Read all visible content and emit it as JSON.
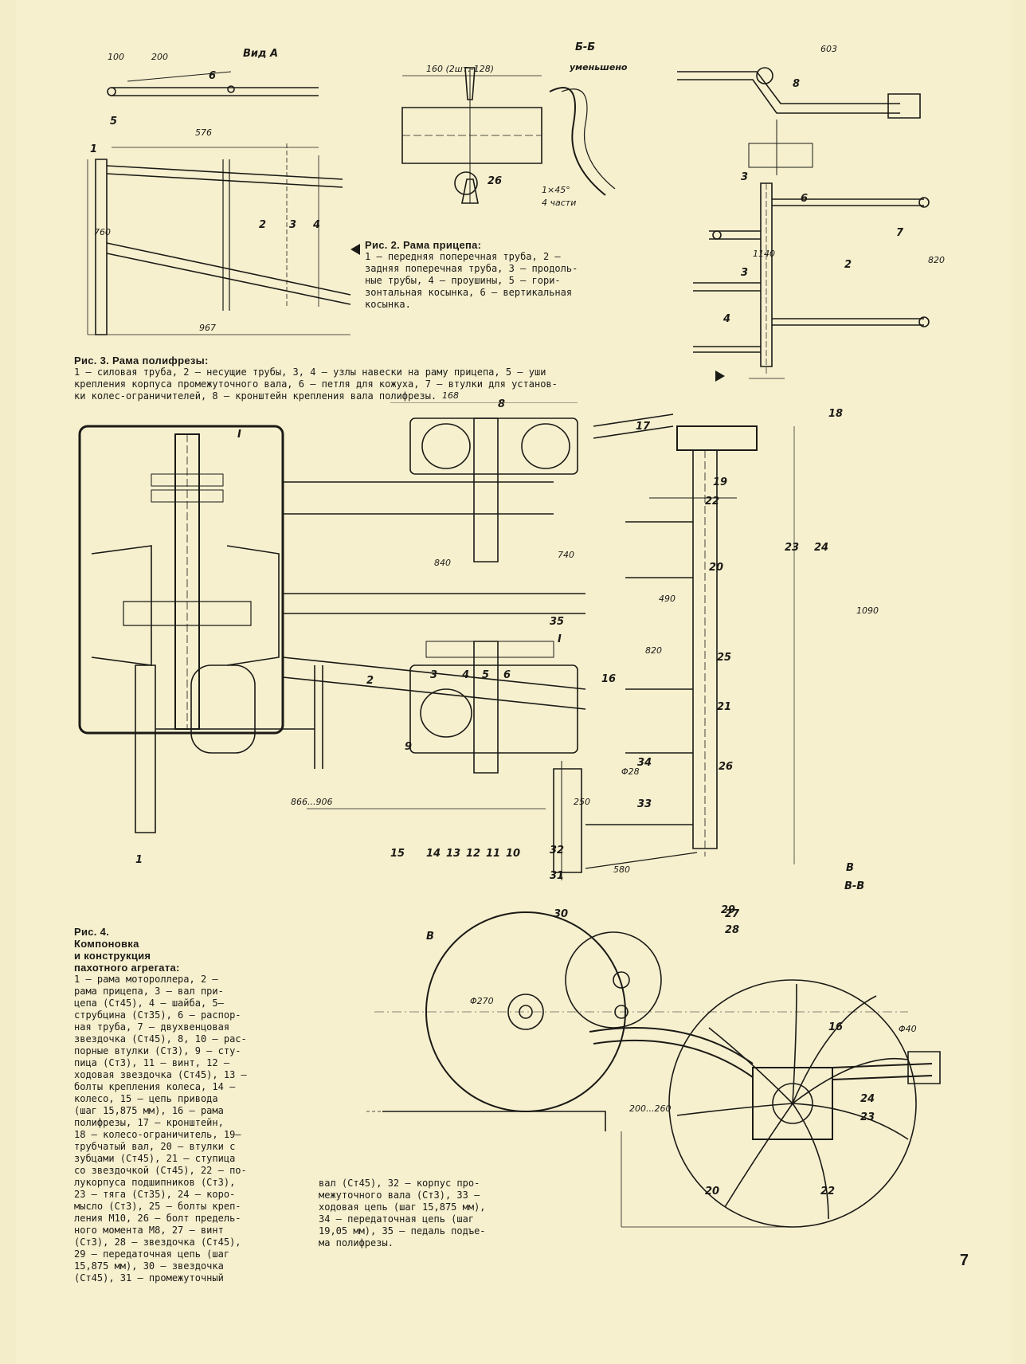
{
  "fig2": {
    "title": "Рис. 2. Рама прицепа:",
    "lines": [
      "1 — передняя поперечная труба, 2 —",
      "задняя поперечная труба, 3 — продоль-",
      "ные трубы, 4 — проушины, 5 — гори-",
      "зонтальная косынка, 6 — вертикальная",
      "косынка."
    ],
    "labels": {
      "view_a": "Вид А",
      "section_b": "Б-Б",
      "reduced": "уменьшено",
      "dims_top": "160 (2шт.-128)",
      "detail": "26",
      "chamfer": "1×45°",
      "parts": "4 части"
    }
  },
  "fig3": {
    "title": "Рис. 3. Рама полифрезы:",
    "lines": [
      "1 — силовая труба, 2 — несущие трубы, 3, 4 — узлы навески на раму прицепа, 5 — уши",
      "крепления корпуса промежуточного вала, 6 — петля для кожуха, 7 — втулки для установ-",
      "ки колес-ограничителей, 8 — кронштейн крепления вала полифрезы."
    ]
  },
  "fig4": {
    "title_lines": [
      "Рис. 4.",
      "Компоновка",
      "и конструкция",
      "пахотного агрегата:"
    ],
    "lines": [
      "1 — рама мотороллера, 2 —",
      "рама прицепа, 3 — вал при-",
      "цепа (Ст45), 4 — шайба, 5—",
      "струбцина (Ст35), 6 — распор-",
      "ная труба, 7 — двухвенцовая",
      "звездочка (Ст45), 8, 10 — рас-",
      "порные втулки (Ст3), 9 — сту-",
      "пица (Ст3), 11 — винт, 12 —",
      "ходовая звездочка (Ст45), 13 —",
      "болты крепления колеса, 14 —",
      "колесо, 15 — цепь привода",
      "(шаг 15,875 мм), 16 — рама",
      "полифрезы, 17 — кронштейн,",
      "18 — колесо-ограничитель, 19—",
      "трубчатый вал, 20 — втулки с",
      "зубцами (Ст45), 21 — ступица",
      "со звездочкой (Ст45), 22 — по-",
      "лукорпуса подшипников (Ст3),",
      "23 — тяга (Ст35), 24 — коро-",
      "мысло (Ст3), 25 — болты креп-",
      "ления М10, 26 — болт предель-",
      "ного момента М8, 27 — винт",
      "(Ст3), 28 — звездочка (Ст45),",
      "29 — передаточная цепь (шаг",
      "15,875 мм), 30 — звездочка",
      "(Ст45), 31 — промежуточный"
    ],
    "lines_cont": [
      "вал (Ст45), 32 — корпус про-",
      "межуточного вала (Ст3), 33 —",
      "ходовая цепь (шаг 15,875 мм),",
      "34 — передаточная цепь (шаг",
      "19,05 мм), 35 — педаль подъе-",
      "ма полифрезы."
    ],
    "labels": {
      "inset": "I",
      "section_v": "В-В",
      "dim_868": "866...906",
      "dim_580": "580",
      "dim_168": "168",
      "dim_840": "840",
      "dim_740": "740",
      "dim_1090": "1090",
      "dim_820": "820",
      "dim_490": "490",
      "dim_200": "200...260",
      "dim_270": "Φ270",
      "dim_40": "Φ40",
      "dim_28": "Φ28",
      "dim_250": "250"
    }
  },
  "page_number": "7"
}
